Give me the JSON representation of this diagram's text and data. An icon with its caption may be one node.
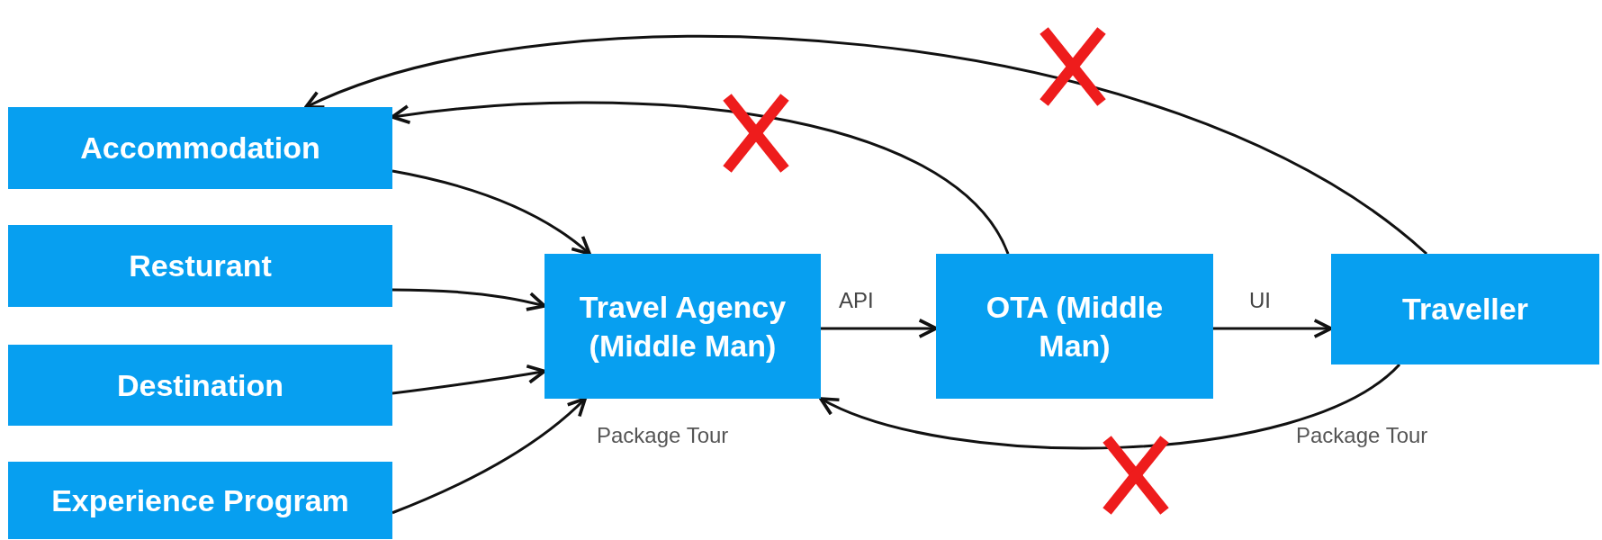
{
  "diagram": {
    "nodes": [
      {
        "text": [
          "Accommodation"
        ]
      },
      {
        "text": [
          "Resturant"
        ]
      },
      {
        "text": [
          "Destination"
        ]
      },
      {
        "text": [
          "Experience Program"
        ]
      },
      {
        "text": [
          "Travel Agency (Middle Man)"
        ],
        "beside": [
          "Package Tour"
        ]
      },
      {
        "text": [
          "OTA (Middle Man)"
        ]
      },
      {
        "text": [
          "Traveller"
        ],
        "beside": [
          "Package Tour"
        ]
      }
    ],
    "edges": [
      {
        "from": 0,
        "to": 4,
        "arrow": "to"
      },
      {
        "from": 1,
        "to": 4,
        "arrow": "to"
      },
      {
        "from": 2,
        "to": 4,
        "arrow": "to"
      },
      {
        "from": 3,
        "to": 4,
        "arrow": "to"
      },
      {
        "from": 4,
        "to": 5,
        "arrow": "to",
        "label": "API"
      },
      {
        "from": 5,
        "to": 6,
        "arrow": "to",
        "label": "UI"
      },
      {
        "from": 5,
        "to": 0,
        "arrow": "to"
      },
      {
        "from": 6,
        "to": 0,
        "arrow": "to"
      },
      {
        "from": 6,
        "to": 4,
        "arrow": "to"
      }
    ]
  }
}
